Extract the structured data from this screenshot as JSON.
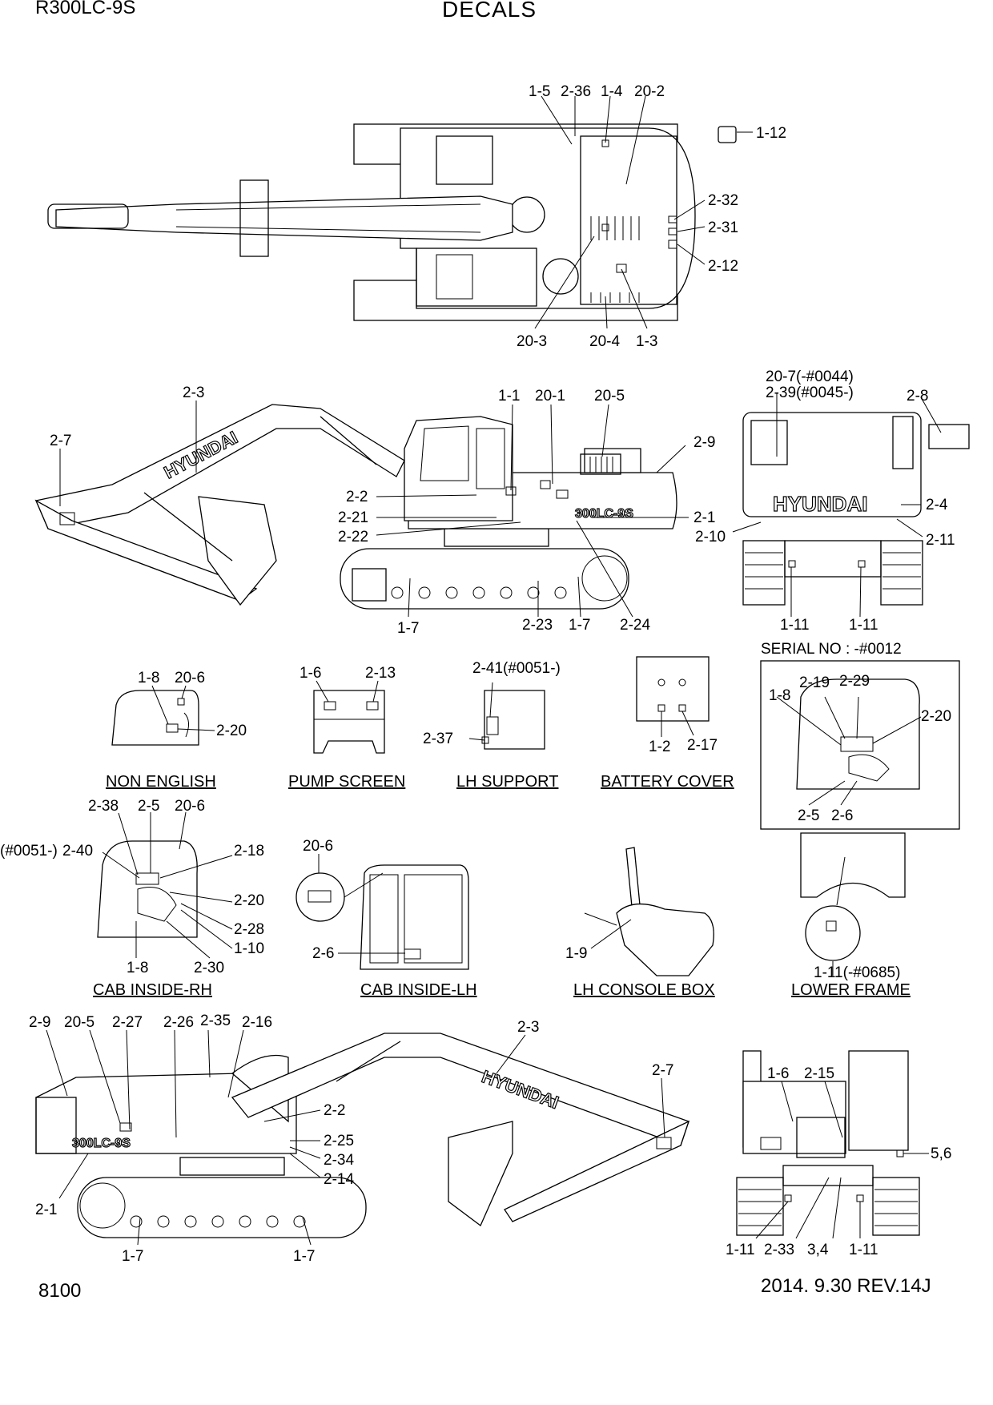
{
  "header": {
    "model": "R300LC-9S",
    "title": "DECALS",
    "page_number": "8100",
    "revision": "2014. 9.30  REV.14J"
  },
  "brand_text": "HYUNDAI",
  "model_badge": "300LC-9S",
  "serial_note": "SERIAL NO : -#0012",
  "views": {
    "non_english": "NON ENGLISH",
    "pump_screen": "PUMP SCREEN",
    "lh_support": "LH SUPPORT",
    "battery_cover": "BATTERY COVER",
    "cab_inside_rh": "CAB INSIDE-RH",
    "cab_inside_lh": "CAB INSIDE-LH",
    "lh_console_box": "LH CONSOLE BOX",
    "lower_frame": "LOWER FRAME"
  },
  "callouts": {
    "top": [
      "1-5",
      "2-36",
      "1-4",
      "20-2",
      "1-12",
      "2-32",
      "2-31",
      "2-12",
      "20-3",
      "20-4",
      "1-3"
    ],
    "side_lh": [
      "2-3",
      "2-7",
      "1-1",
      "20-1",
      "20-5",
      "2-9",
      "2-2",
      "2-21",
      "2-22",
      "2-1",
      "1-7",
      "2-23",
      "1-7",
      "2-24"
    ],
    "rear": [
      "20-7(-#0044)",
      "2-39(#0045-)",
      "2-8",
      "2-4",
      "2-10",
      "2-11",
      "1-11",
      "1-11"
    ],
    "non_english": [
      "1-8",
      "20-6",
      "2-20"
    ],
    "pump_screen": [
      "1-6",
      "2-13"
    ],
    "lh_support": [
      "2-41(#0051-)",
      "2-37"
    ],
    "battery_cover": [
      "1-2",
      "2-17"
    ],
    "serial_view": [
      "2-19",
      "2-29",
      "1-8",
      "2-20",
      "2-5",
      "2-6"
    ],
    "cab_rh": [
      "2-38",
      "2-5",
      "20-6",
      "(#0051-)",
      "2-40",
      "2-18",
      "2-20",
      "2-28",
      "1-10",
      "1-8",
      "2-30"
    ],
    "cab_lh": [
      "20-6",
      "2-6"
    ],
    "console": [
      "1-9"
    ],
    "lower_frame": [
      "1-11(-#0685)"
    ],
    "side_rh": [
      "2-9",
      "20-5",
      "2-27",
      "2-26",
      "2-35",
      "2-16",
      "2-3",
      "2-7",
      "2-2",
      "2-25",
      "2-34",
      "2-14",
      "2-1",
      "1-7",
      "1-7"
    ],
    "front": [
      "1-6",
      "2-15",
      "5,6",
      "1-11",
      "2-33",
      "3,4",
      "1-11"
    ]
  }
}
